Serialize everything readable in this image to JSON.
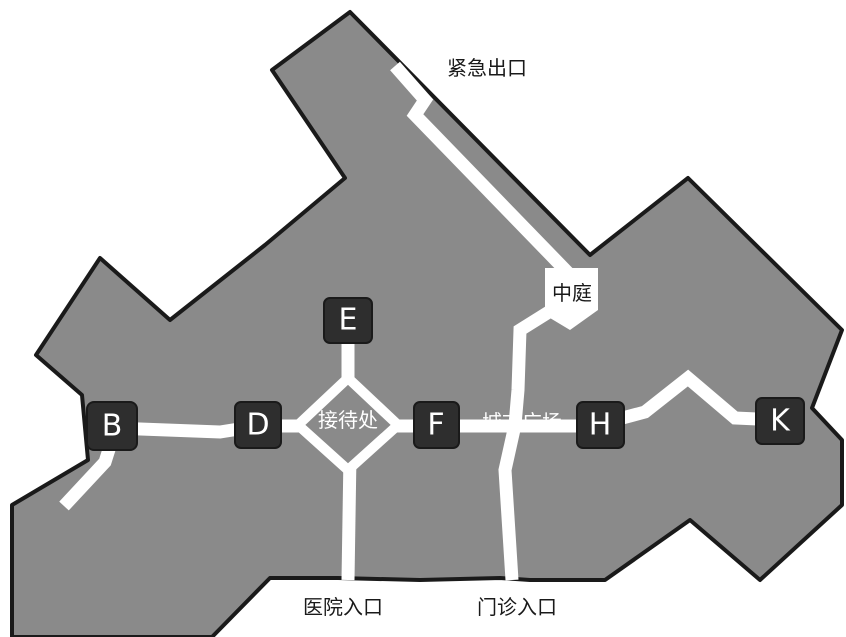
{
  "colors": {
    "building": "#8a8a8a",
    "outline": "#1a1a1a",
    "corridor": "#ffffff",
    "node_box": "#2e2e2e",
    "node_text": "#ffffff",
    "background": "#ffffff"
  },
  "nodes": {
    "B": "B",
    "D": "D",
    "E": "E",
    "F": "F",
    "H": "H",
    "K": "K"
  },
  "areas": {
    "reception": "接待处",
    "plaza": "城市广场",
    "courtyard": "中庭"
  },
  "exits": {
    "emergency": "紧急出口",
    "hospital_entrance": "医院入口",
    "clinic_entrance": "门诊入口"
  }
}
